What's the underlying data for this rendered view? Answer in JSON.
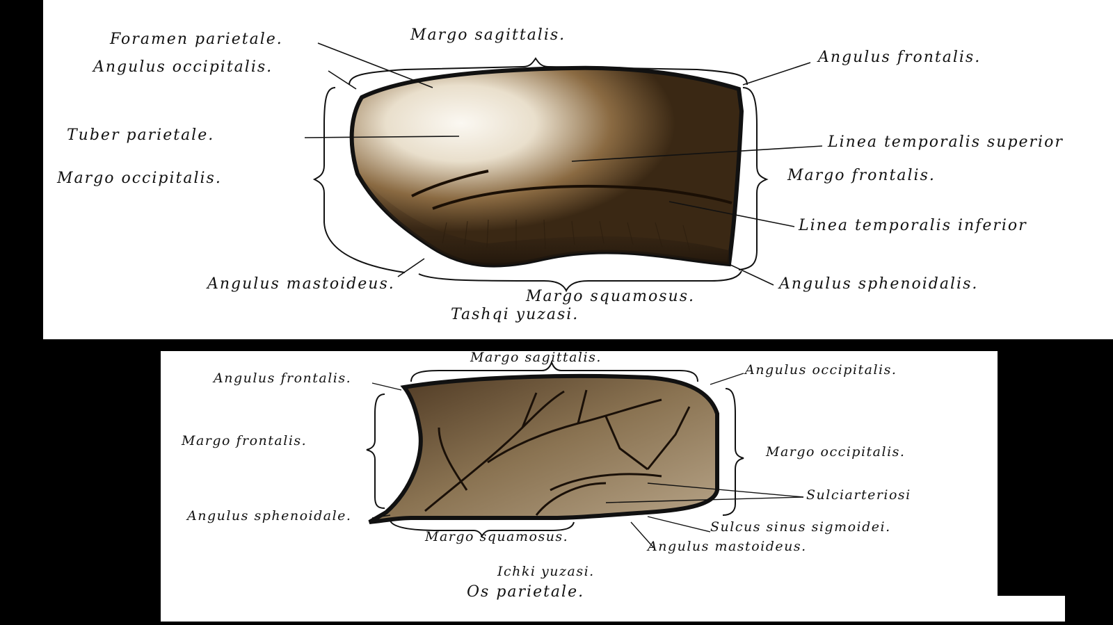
{
  "top": {
    "labels": {
      "foramen_parietale": "Foramen parietale.",
      "margo_sagittalis": "Margo sagittalis.",
      "angulus_occipitalis": "Angulus occipitalis.",
      "angulus_frontalis": "Angulus frontalis.",
      "tuber_parietale": "Tuber parietale.",
      "linea_temporalis_superior": "Linea temporalis superior",
      "margo_occipitalis": "Margo occipitalis.",
      "margo_frontalis": "Margo frontalis.",
      "linea_temporalis_inferior": "Linea temporalis inferior",
      "angulus_mastoideus": "Angulus mastoideus.",
      "angulus_sphenoidalis": "Angulus sphenoidalis.",
      "margo_squamosus": "Margo squamosus.",
      "caption": "Tashqi yuzasi."
    }
  },
  "bottom": {
    "labels": {
      "margo_sagittalis": "Margo sagittalis.",
      "angulus_frontalis": "Angulus frontalis.",
      "angulus_occipitalis": "Angulus occipitalis.",
      "margo_frontalis": "Margo frontalis.",
      "margo_occipitalis": "Margo occipitalis.",
      "sulci_arteriosi": "Sulciarteriosi",
      "angulus_sphenoidale": "Angulus sphenoidale.",
      "sulcus_sinus_sigmoidei": "Sulcus sinus sigmoidei.",
      "margo_squamosus": "Margo squamosus.",
      "angulus_mastoideus": "Angulus mastoideus.",
      "caption": "Ichki yuzasi.",
      "title": "Os parietale."
    }
  },
  "colors": {
    "bone_dark": "#2a1c0e",
    "bone_mid": "#6b4e2c",
    "bone_light": "#f4efe6",
    "inner_bone": "#7a6446",
    "ink": "#111111"
  }
}
